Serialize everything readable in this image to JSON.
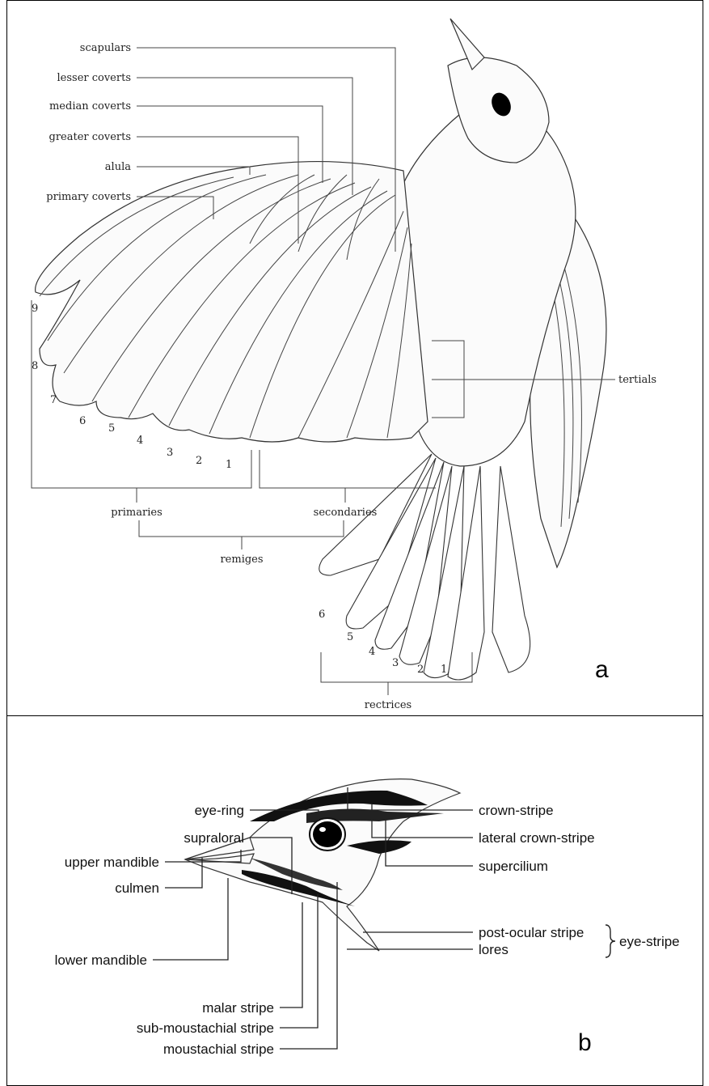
{
  "panel_a": {
    "letter": "a",
    "labels": {
      "scapulars": "scapulars",
      "lesser_coverts": "lesser coverts",
      "median_coverts": "median coverts",
      "greater_coverts": "greater coverts",
      "alula": "alula",
      "primary_coverts": "primary coverts",
      "tertials": "tertials",
      "primaries": "primaries",
      "secondaries": "secondaries",
      "remiges": "remiges",
      "rectrices": "rectrices"
    },
    "primary_numbers": [
      "9",
      "8",
      "7",
      "6",
      "5",
      "4",
      "3",
      "2",
      "1"
    ],
    "rectrix_numbers": [
      "6",
      "5",
      "4",
      "3",
      "2",
      "1"
    ]
  },
  "panel_b": {
    "letter": "b",
    "labels": {
      "eye_ring": "eye-ring",
      "supraloral": "supraloral",
      "upper_mandible": "upper mandible",
      "culmen": "culmen",
      "lower_mandible": "lower mandible",
      "crown_stripe": "crown-stripe",
      "lateral_crown_stripe": "lateral crown-stripe",
      "supercilium": "supercilium",
      "post_ocular_stripe": "post-ocular stripe",
      "lores": "lores",
      "eye_stripe": "eye-stripe",
      "malar_stripe": "malar stripe",
      "sub_moustachial_stripe": "sub-moustachial stripe",
      "moustachial_stripe": "moustachial stripe"
    }
  }
}
